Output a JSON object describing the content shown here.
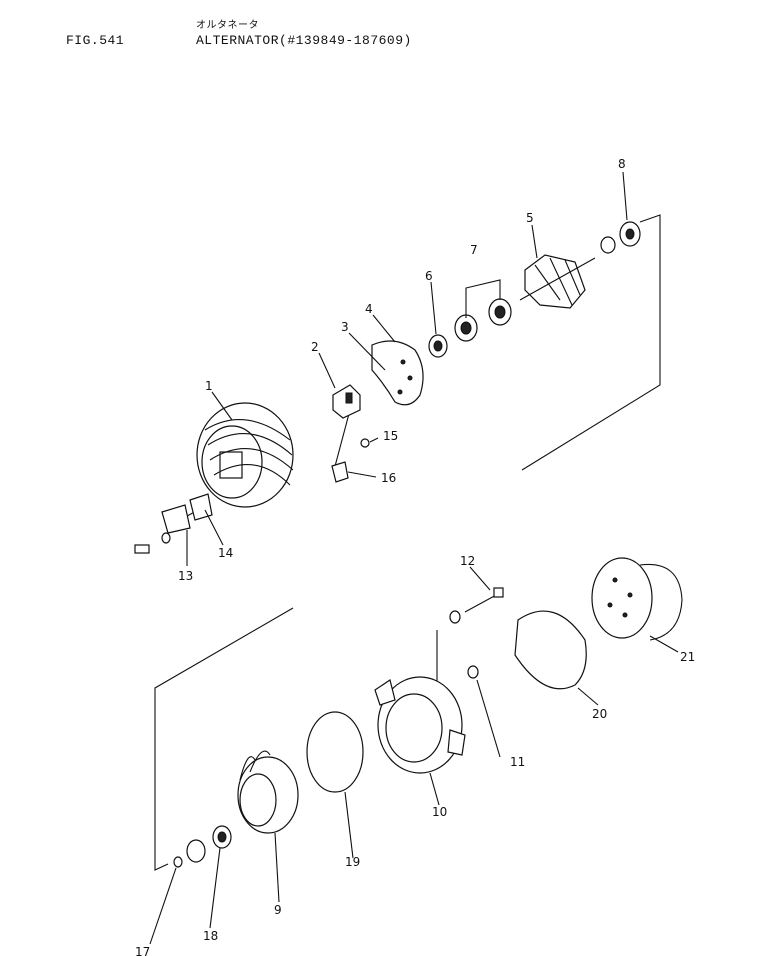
{
  "header": {
    "fig_label": "FIG.541",
    "title_jp": "オルタネータ",
    "title": "ALTERNATOR(#139849-187609)"
  },
  "callouts": [
    "1",
    "2",
    "3",
    "4",
    "5",
    "6",
    "7",
    "8",
    "9",
    "10",
    "11",
    "12",
    "13",
    "14",
    "15",
    "16",
    "17",
    "18",
    "19",
    "20",
    "21"
  ]
}
